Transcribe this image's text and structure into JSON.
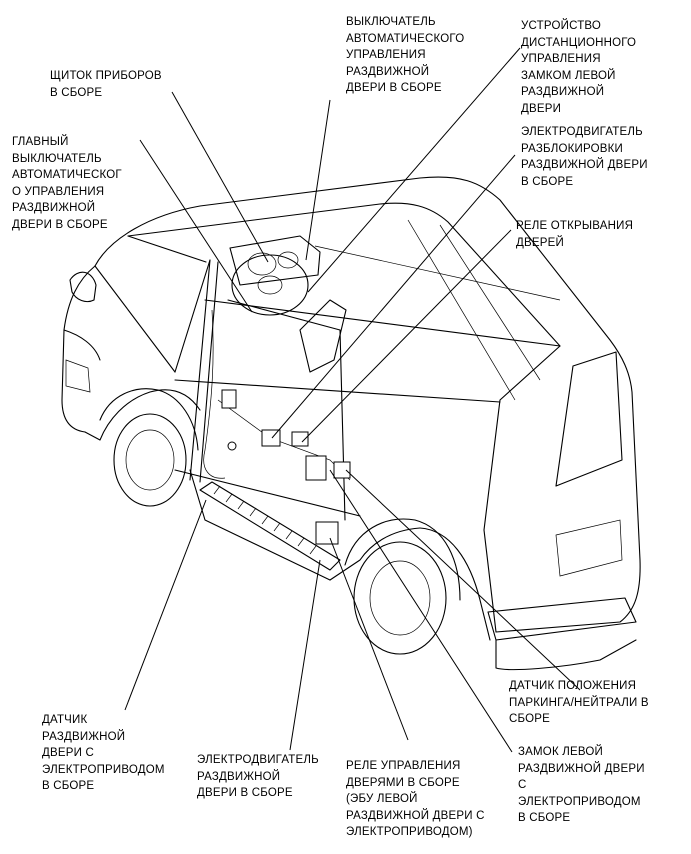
{
  "labels": {
    "door_switch_auto": "ВЫКЛЮЧАТЕЛЬ\nАВТОМАТИЧЕСКОГО\nУПРАВЛЕНИЯ\nРАЗДВИЖНОЙ\nДВЕРИ В СБОРЕ",
    "remote_lock_device": "УСТРОЙСТВО\nДИСТАНЦИОННОГО\nУПРАВЛЕНИЯ\nЗАМКОМ ЛЕВОЙ\nРАЗДВИЖНОЙ\nДВЕРИ",
    "instrument_panel": "ЩИТОК ПРИБОРОВ\nВ СБОРЕ",
    "unlock_motor": "ЭЛЕКТРОДВИГАТЕЛЬ\nРАЗБЛОКИРОВКИ\nРАЗДВИЖНОЙ ДВЕРИ\nВ СБОРЕ",
    "main_switch": "ГЛАВНЫЙ\nВЫКЛЮЧАТЕЛЬ\nАВТОМАТИЧЕСКОГ\nО УПРАВЛЕНИЯ\nРАЗДВИЖНОЙ\nДВЕРИ В СБОРЕ",
    "open_relay": "РЕЛЕ ОТКРЫВАНИЯ\nДВЕРЕЙ",
    "park_neutral_sensor": "ДАТЧИК ПОЛОЖЕНИЯ\nПАРКИНГА/НЕЙТРАЛИ В\nСБОРЕ",
    "power_door_sensor": "ДАТЧИК\nРАЗДВИЖНОЙ\nДВЕРИ С\nЭЛЕКТРОПРИВОДОМ\nВ СБОРЕ",
    "left_door_lock": "ЗАМОК ЛЕВОЙ\nРАЗДВИЖНОЙ ДВЕРИ\nС\nЭЛЕКТРОПРИВОДОМ\nВ СБОРЕ",
    "door_motor": "ЭЛЕКТРОДВИГАТЕЛЬ\nРАЗДВИЖНОЙ\nДВЕРИ В СБОРЕ",
    "door_control_relay": "РЕЛЕ УПРАВЛЕНИЯ\nДВЕРЯМИ В СБОРЕ\n(ЭБУ ЛЕВОЙ\nРАЗДВИЖНОЙ ДВЕРИ С\nЭЛЕКТРОПРИВОДОМ)"
  }
}
